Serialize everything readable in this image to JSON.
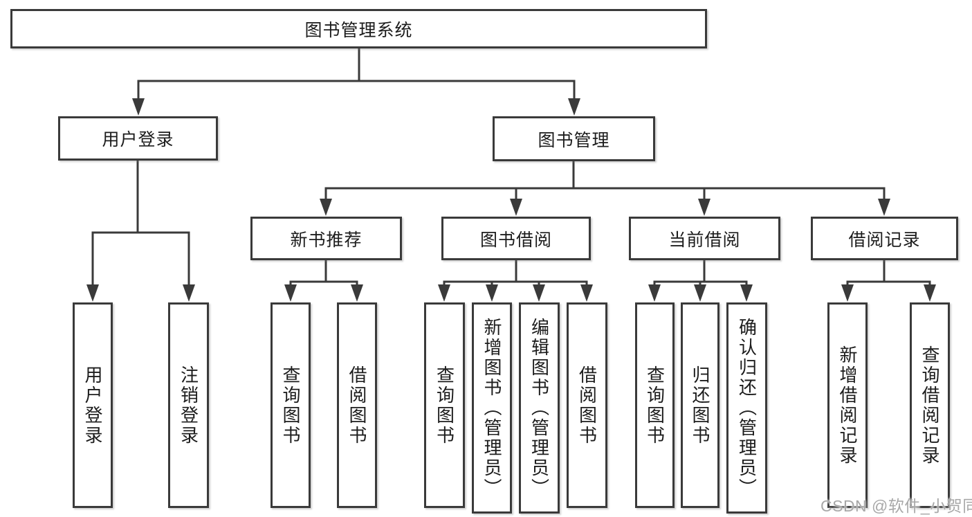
{
  "tree": {
    "root": {
      "label": "图书管理系统"
    },
    "branches": [
      {
        "label": "用户登录",
        "leaves": [
          {
            "label": "用户登录"
          },
          {
            "label": "注销登录"
          }
        ]
      },
      {
        "label": "图书管理",
        "groups": [
          {
            "label": "新书推荐",
            "leaves": [
              {
                "label": "查询图书"
              },
              {
                "label": "借阅图书"
              }
            ]
          },
          {
            "label": "图书借阅",
            "leaves": [
              {
                "label": "查询图书"
              },
              {
                "label": "新增图书（管理员）"
              },
              {
                "label": "编辑图书（管理员）"
              },
              {
                "label": "借阅图书"
              }
            ]
          },
          {
            "label": "当前借阅",
            "leaves": [
              {
                "label": "查询图书"
              },
              {
                "label": "归还图书"
              },
              {
                "label": "确认归还（管理员）"
              }
            ]
          },
          {
            "label": "借阅记录",
            "leaves": [
              {
                "label": "新增借阅记录"
              },
              {
                "label": "查询借阅记录"
              }
            ]
          }
        ]
      }
    ]
  },
  "watermark": {
    "text": "CSDN @软件_小贺同学",
    "color": "#a8a8a8"
  },
  "colors": {
    "line": "#3a3a3a",
    "box_border": "#3a3a3a",
    "text": "#1c1c1c",
    "background": "#ffffff"
  }
}
